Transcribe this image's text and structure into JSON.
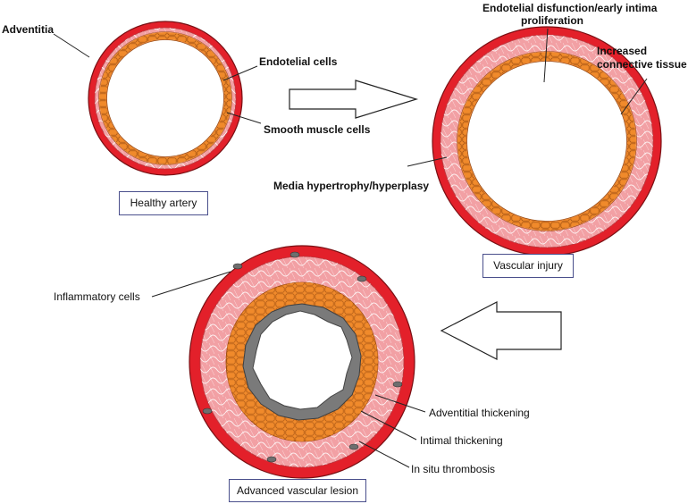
{
  "diagram": {
    "healthy": {
      "caption": "Healthy artery",
      "labels": {
        "adventitia": "Adventitia",
        "endothelial": "Endotelial cells",
        "smooth_muscle": "Smooth muscle cells"
      }
    },
    "injury": {
      "caption": "Vascular injury",
      "labels": {
        "dysfunction_line1": "Endotelial disfunction/early intima",
        "dysfunction_line2": "proliferation",
        "connective_line1": "Increased",
        "connective_line2": "connective tissue",
        "media": "Media hypertrophy/hyperplasy"
      }
    },
    "advanced": {
      "caption": "Advanced vascular lesion",
      "labels": {
        "inflammatory": "Inflammatory cells",
        "adventitial": "Adventitial thickening",
        "intimal": "Intimal thickening",
        "thrombosis": "In situ thrombosis"
      }
    },
    "colors": {
      "adventitia": "#e3202a",
      "media": "#f2a0a4",
      "endothelium": "#f08a2b",
      "thrombus": "#7a7a7a",
      "caption_border": "#4a4f8c"
    }
  }
}
